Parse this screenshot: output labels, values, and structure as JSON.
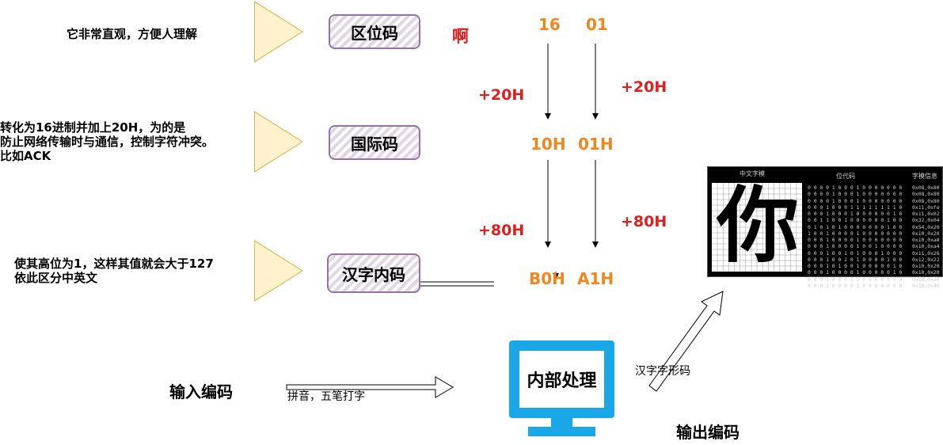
{
  "rows": [
    {
      "desc": "它非常直观，方便人理解",
      "box": "区位码"
    },
    {
      "desc": "转化为16进制并加上20H，为的是\n防止网络传输时与通信，控制字符冲突。\n比如ACK",
      "box": "国际码"
    },
    {
      "desc": "使其高位为1，这样其值就会大于127\n依此区分中英文",
      "box": "汉字内码"
    }
  ],
  "example_char": "啊",
  "codes": {
    "qu_wei": [
      "16",
      "01"
    ],
    "guo_ji": [
      "10H",
      "01H"
    ],
    "nei_ma": [
      "B0H",
      "A1H"
    ]
  },
  "offsets": {
    "step1_left": "+20H",
    "step1_right": "+20H",
    "step2_left": "+80H",
    "step2_right": "+80H"
  },
  "bottom": {
    "input_label": "输入编码",
    "input_arrow_label": "拼音，五笔打字",
    "process_label": "内部处理",
    "glyph_arrow_label": "汉字字形码",
    "output_label": "输出编码"
  },
  "glyph_panel": {
    "col1": "中文字模",
    "col2": "位代码",
    "col3": "字模信息",
    "char": "你",
    "bits": [
      "0 0 0 0 1 0 0 0 1 0 0 0 0 0 0 0",
      "0 0 0 0 1 0 0 0 1 0 0 0 0 0 0 0",
      "0 0 0 0 1 0 0 0 1 0 0 0 0 0 0 0",
      "0 0 0 1 0 0 0 1 1 1 1 1 1 1 1 0",
      "0 0 0 1 0 0 0 1 0 0 0 0 0 0 1 0",
      "0 0 1 1 0 0 1 0 0 0 0 0 0 1 0 0",
      "0 1 0 1 0 1 0 0 0 0 0 0 0 1 0 0",
      "1 0 0 1 0 0 0 0 1 0 0 0 0 0 0 0",
      "0 0 0 1 0 0 0 0 1 0 0 0 0 0 0 0",
      "0 0 0 1 0 0 0 0 1 0 0 1 0 0 0 0",
      "0 0 0 1 0 0 1 0 1 0 0 0 1 0 0 0",
      "0 0 0 1 0 0 1 0 1 0 0 0 0 1 0 0",
      "0 0 0 1 0 1 0 0 1 0 0 0 0 0 1 0",
      "0 0 0 1 0 0 0 0 1 0 0 0 0 0 1 0",
      "0 0 0 1 0 0 0 1 1 0 0 0 0 0 0 0",
      "0 0 0 1 0 0 0 0 1 0 0 0 0 0 0 0"
    ],
    "hex": [
      "0x08,0x80",
      "0x08,0x80",
      "0x08,0x80",
      "0x11,0xfe",
      "0x11,0x02",
      "0x32,0x04",
      "0x54,0x20",
      "0x10,0x20",
      "0x10,0xa8",
      "0x10,0xa4",
      "0x11,0x26",
      "0x12,0x22",
      "0x10,0x20",
      "0x10,0x20",
      "0x10,0xa0",
      "0x10,0x40"
    ]
  }
}
